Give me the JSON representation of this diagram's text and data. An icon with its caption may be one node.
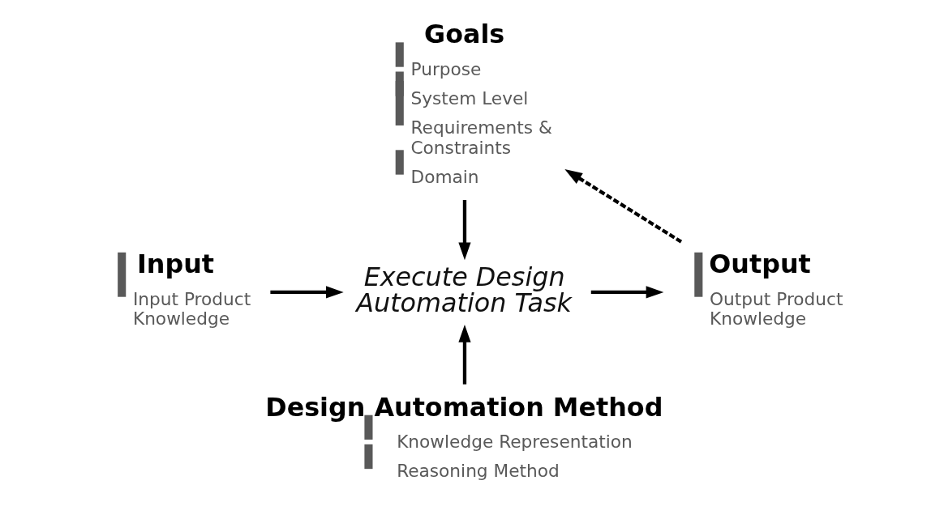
{
  "diagram": {
    "nodes": [
      {
        "text": [
          "Goals",
          "Purpose",
          "System Level",
          "Requirements & Constraints",
          "Domain"
        ]
      },
      {
        "text": [
          "Execute Design Automation Task"
        ]
      },
      {
        "text": [
          "Input",
          "Input Product Knowledge"
        ]
      },
      {
        "text": [
          "Output",
          "Output Product Knowledge"
        ]
      },
      {
        "text": [
          "Design Automation Method",
          "Knowledge Representation",
          "Reasoning Method"
        ]
      }
    ],
    "edges": [
      {
        "from": 0,
        "to": 1,
        "arrow": "to"
      },
      {
        "from": 2,
        "to": 1,
        "arrow": "to"
      },
      {
        "from": 1,
        "to": 3,
        "arrow": "to"
      },
      {
        "from": 4,
        "to": 1,
        "arrow": "to"
      },
      {
        "from": 3,
        "to": 0,
        "arrow": "to",
        "style": "dashed"
      }
    ]
  }
}
